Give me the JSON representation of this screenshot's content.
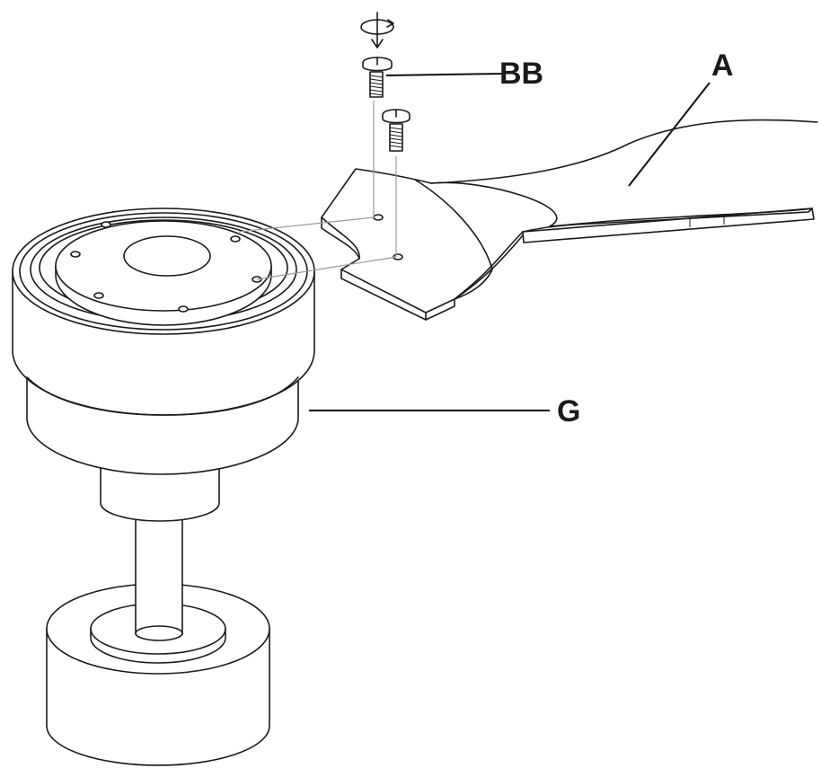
{
  "labels": {
    "bb": "BB",
    "a": "A",
    "g": "G"
  },
  "colors": {
    "line": "#1a1a1a",
    "guide": "#9a9a9a",
    "background": "#ffffff"
  },
  "icons": [
    "rotation-arrow-icon",
    "screw-icon"
  ]
}
